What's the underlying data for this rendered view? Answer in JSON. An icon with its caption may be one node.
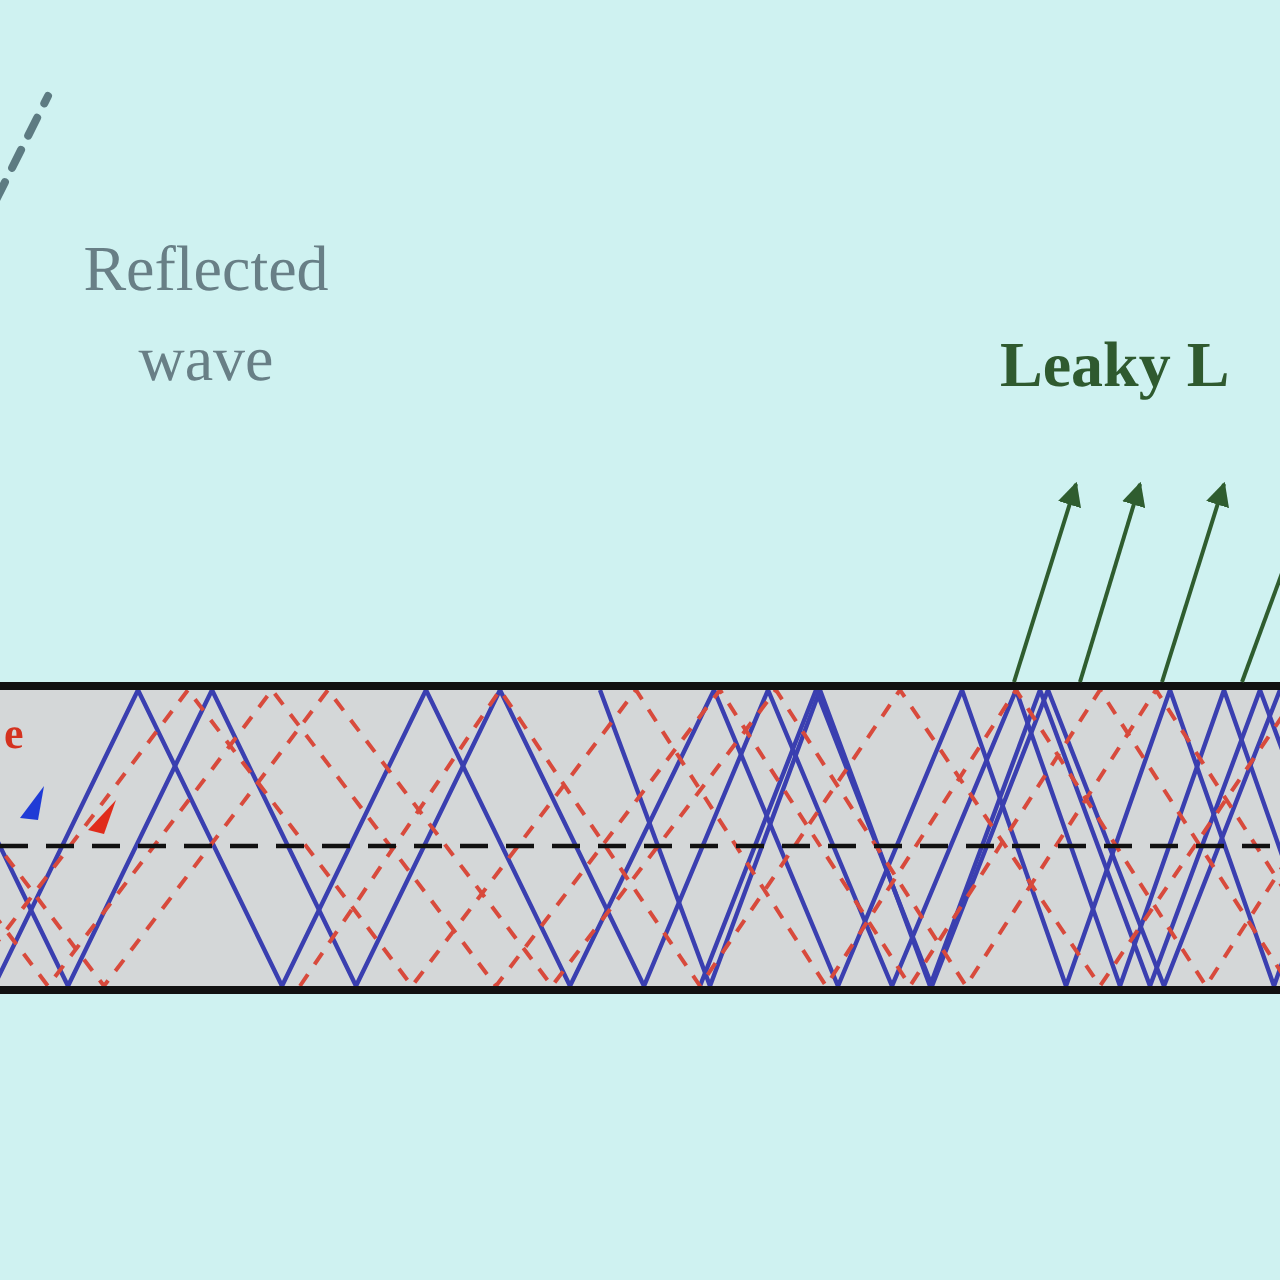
{
  "diagram": {
    "labels": [
      "Reflected wave",
      "Leaky L",
      "e"
    ]
  }
}
